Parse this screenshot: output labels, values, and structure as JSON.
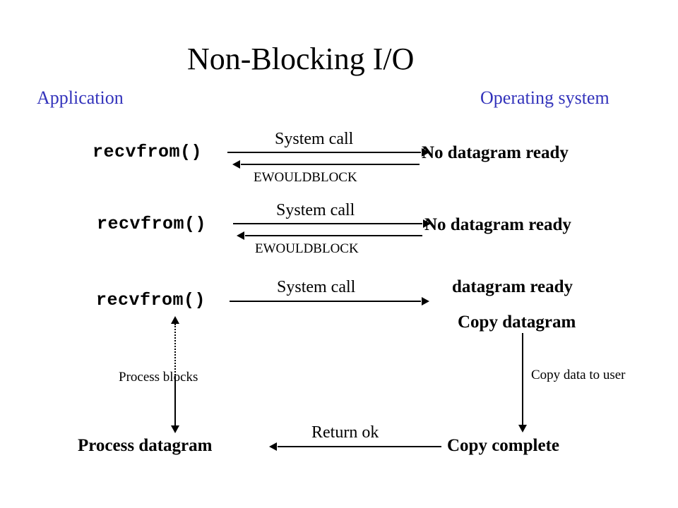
{
  "slide": {
    "title": "Non-Blocking I/O",
    "columns": {
      "left": "Application",
      "right": "Operating system"
    },
    "accent_color": "#3333bb",
    "text_color": "#000000",
    "background": "#ffffff"
  },
  "rounds": [
    {
      "call": "recvfrom()",
      "request_label": "System call",
      "response_label": "EWOULDBLOCK",
      "os_state": "No datagram ready"
    },
    {
      "call": "recvfrom()",
      "request_label": "System call",
      "response_label": "EWOULDBLOCK",
      "os_state": "No datagram ready"
    },
    {
      "call": "recvfrom()",
      "request_label": "System call",
      "os_state": "datagram ready"
    }
  ],
  "os_steps": {
    "copy_datagram": "Copy datagram",
    "copy_data_to_user": "Copy data to user",
    "copy_complete": "Copy complete"
  },
  "app_steps": {
    "process_blocks": "Process blocks",
    "process_datagram": "Process datagram"
  },
  "return_arrow": {
    "label": "Return ok"
  },
  "chart_data": {
    "type": "diagram",
    "title": "Non-Blocking I/O",
    "lanes": [
      "Application",
      "Operating system"
    ],
    "messages": [
      {
        "from": "Application",
        "to": "Operating system",
        "label": "System call",
        "direction": "right"
      },
      {
        "from": "Operating system",
        "to": "Application",
        "label": "EWOULDBLOCK",
        "direction": "left"
      },
      {
        "from": "Application",
        "to": "Operating system",
        "label": "System call",
        "direction": "right"
      },
      {
        "from": "Operating system",
        "to": "Application",
        "label": "EWOULDBLOCK",
        "direction": "left"
      },
      {
        "from": "Application",
        "to": "Operating system",
        "label": "System call",
        "direction": "right"
      },
      {
        "from": "Operating system",
        "to": "Application",
        "label": "Return ok",
        "direction": "left"
      }
    ]
  }
}
